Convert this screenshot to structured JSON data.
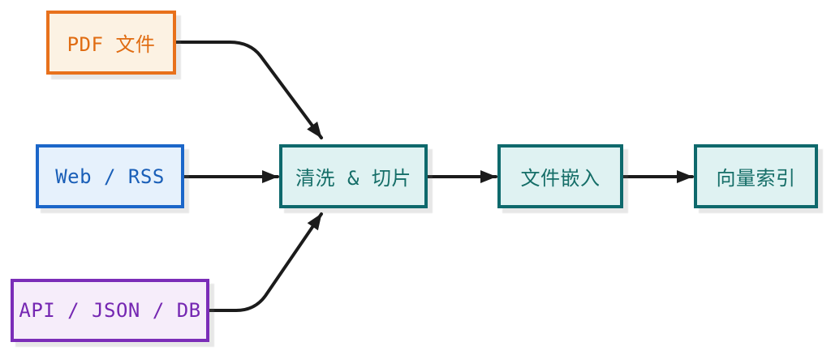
{
  "diagram": {
    "type": "flowchart",
    "direction": "left-to-right",
    "nodes": {
      "pdf": {
        "label": "PDF 文件",
        "border": "#E8711C",
        "background": "#FCF2E3",
        "text": "#E06C12"
      },
      "web": {
        "label": "Web / RSS",
        "border": "#1B66C9",
        "background": "#E6F1FC",
        "text": "#1A5FB8"
      },
      "api": {
        "label": "API / JSON / DB",
        "border": "#7B2DB8",
        "background": "#F6EDFA",
        "text": "#7527B2"
      },
      "clean": {
        "label": "清洗 & 切片",
        "border": "#0E696C",
        "background": "#DFF2F2",
        "text": "#156E68"
      },
      "embed": {
        "label": "文件嵌入",
        "border": "#0E696C",
        "background": "#DFF2F2",
        "text": "#156E68"
      },
      "index": {
        "label": "向量索引",
        "border": "#0E696C",
        "background": "#DFF2F2",
        "text": "#156E68"
      }
    },
    "edges": [
      {
        "from": "pdf",
        "to": "clean"
      },
      {
        "from": "web",
        "to": "clean"
      },
      {
        "from": "api",
        "to": "clean"
      },
      {
        "from": "clean",
        "to": "embed"
      },
      {
        "from": "embed",
        "to": "index"
      }
    ],
    "arrow_color": "#1b1b1b"
  }
}
